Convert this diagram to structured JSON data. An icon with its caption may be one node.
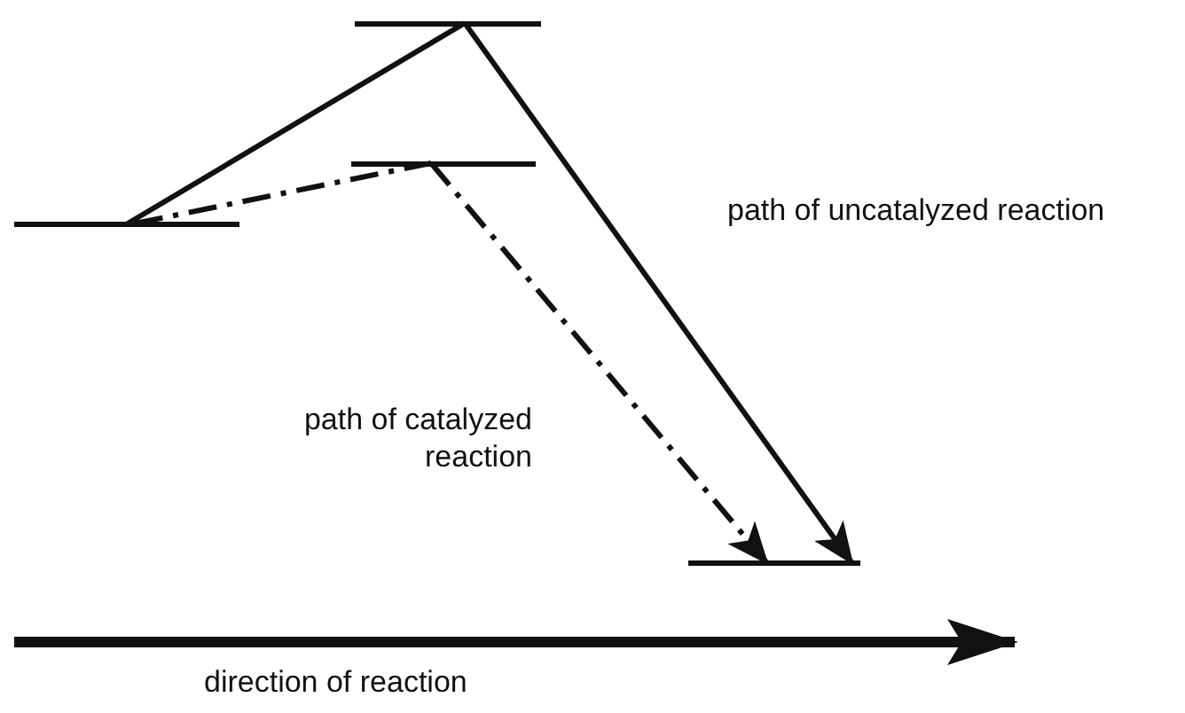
{
  "diagram": {
    "nodes": [
      {
        "text": [],
        "shape": "bar"
      },
      {
        "text": [],
        "shape": "bar"
      },
      {
        "text": [],
        "shape": "bar"
      },
      {
        "text": [],
        "shape": "bar"
      }
    ],
    "edges": [
      {
        "from": 0,
        "to": 1,
        "arrow": "none"
      },
      {
        "from": 1,
        "to": 3,
        "arrow": "to",
        "label": "path of uncatalyzed reaction"
      },
      {
        "from": 0,
        "to": 2,
        "arrow": "none",
        "style": "dashed"
      },
      {
        "from": 2,
        "to": 3,
        "arrow": "to",
        "style": "dashed",
        "label": "path of catalyzed reaction"
      }
    ],
    "labels": [
      "direction of reaction"
    ]
  }
}
